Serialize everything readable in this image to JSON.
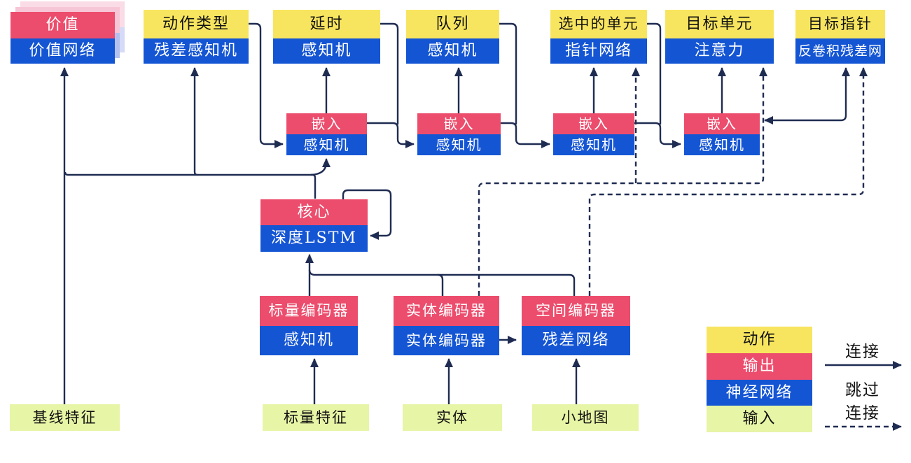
{
  "diagram_title": "agent-architecture-diagram",
  "colors": {
    "action_yellow": "#f8e55f",
    "output_pink": "#ec4d6d",
    "network_blue": "#1455d4",
    "input_green": "#e7f5a6",
    "wire_navy": "#1f2c52"
  },
  "nodes": {
    "value": {
      "top": "价值",
      "bottom": "价值网络"
    },
    "action_type": {
      "top": "动作类型",
      "bottom": "残差感知机"
    },
    "delay": {
      "top": "延时",
      "bottom": "感知机"
    },
    "queue": {
      "top": "队列",
      "bottom": "感知机"
    },
    "selected_units": {
      "top": "选中的单元",
      "bottom": "指针网络"
    },
    "target_unit": {
      "top": "目标单元",
      "bottom": "注意力"
    },
    "target_pointer": {
      "top": "目标指针",
      "bottom": "反卷积残差网"
    },
    "embedding": {
      "top": "嵌入",
      "bottom": "感知机"
    },
    "core": {
      "top": "核心",
      "bottom": "深度LSTM"
    },
    "scalar_encoder": {
      "top": "标量编码器",
      "bottom": "感知机"
    },
    "entity_encoder": {
      "top": "实体编码器",
      "bottom": "实体编码器"
    },
    "spatial_encoder": {
      "top": "空间编码器",
      "bottom": "残差网络"
    }
  },
  "inputs": {
    "baseline": "基线特征",
    "scalar": "标量特征",
    "entity": "实体",
    "minimap": "小地图"
  },
  "legend": {
    "action": "动作",
    "output": "输出",
    "network": "神经网络",
    "input": "输入",
    "connect": "连接",
    "skip_line1": "跳过",
    "skip_line2": "连接"
  }
}
